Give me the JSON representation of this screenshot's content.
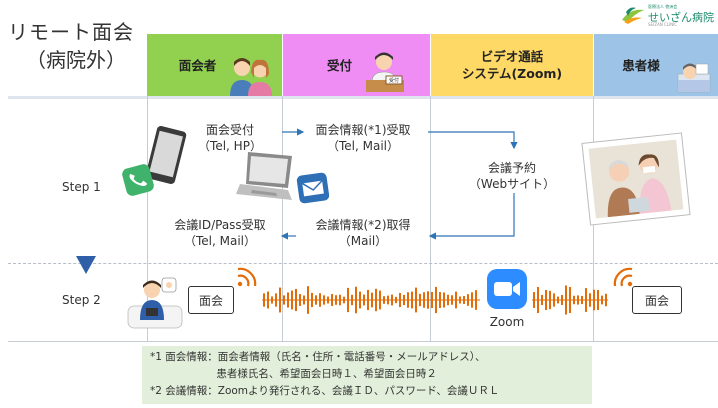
{
  "title": "リモート面会",
  "subtitle": "（病院外）",
  "logo": {
    "small": "医療法人 徳洲会",
    "name": "せいざん病院",
    "sub": "SEIZAN CLINIC"
  },
  "columns": [
    {
      "label": "面会者"
    },
    {
      "label": "受付"
    },
    {
      "label_line1": "ビデオ通話",
      "label_line2": "システム(Zoom)"
    },
    {
      "label": "患者様"
    }
  ],
  "reception_sign": "受付",
  "steps": {
    "step1": "Step 1",
    "step2": "Step 2"
  },
  "flow": {
    "visit_reception": {
      "line1": "面会受付",
      "line2": "（Tel, HP）"
    },
    "info1_receive": {
      "line1": "面会情報(*1)受取",
      "line2": "（Tel, Mail）"
    },
    "meeting_booking": {
      "line1": "会議予約",
      "line2": "（Webサイト）"
    },
    "info2_get": {
      "line1": "会議情報(*2)取得",
      "line2": "（Mail）"
    },
    "id_receive": {
      "line1": "会議ID/Pass受取",
      "line2": "（Tel, Mail）"
    }
  },
  "meeting": {
    "left": "面会",
    "right": "面会",
    "zoom_label": "Zoom"
  },
  "notes": [
    "*1 面会情報：面会者情報（氏名・住所・電話番号・メールアドレス）、",
    "　　　　　　 患者様氏名、希望面会日時１、希望面会日時２",
    "*2 会議情報：Zoomより発行される、会議ＩＤ、パスワード、会議ＵＲＬ"
  ],
  "colors": {
    "visitor": "#92d050",
    "reception": "#f08df5",
    "zoom": "#ffd966",
    "patient": "#9dc3e6",
    "arrow": "#2e75b6",
    "wave": "#e36c09",
    "note_bg": "#e2efda"
  }
}
